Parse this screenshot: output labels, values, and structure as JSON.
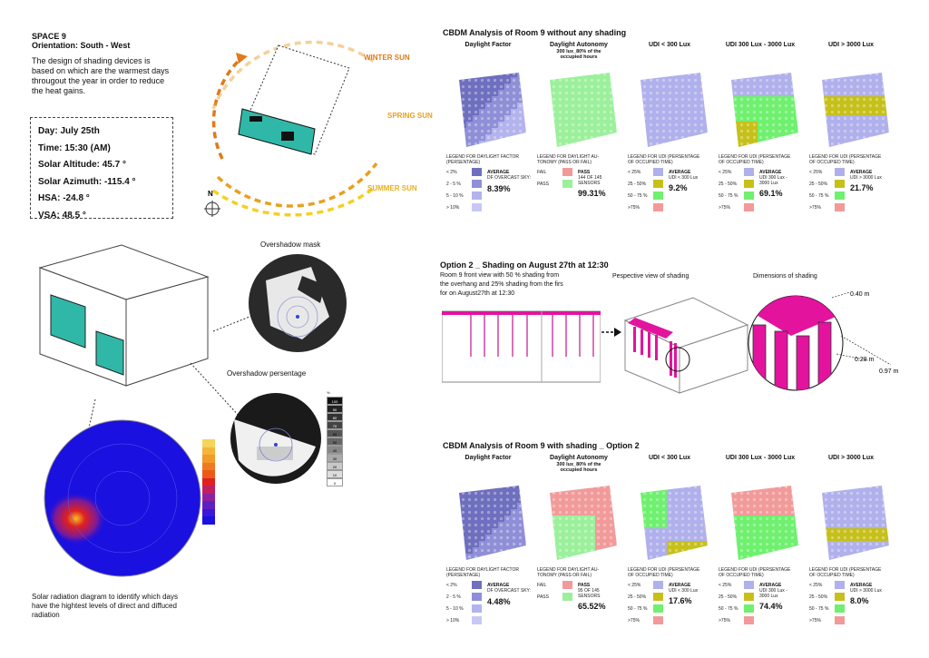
{
  "space": {
    "title": "SPACE 9",
    "orientation": "Orientation: South - West",
    "description": "The design of shading devices is based on which are the warmest days througout the year in order to reduce the heat gains.",
    "desc_lines": [
      "The design of shading devices is",
      "based on which are the warmest days",
      "througout the year in order to reduce",
      "the heat gains."
    ]
  },
  "conditions": [
    "Day: July 25th",
    "Time: 15:30 (AM)",
    "Solar Altitude: 45.7 °",
    "Solar Azimuth: -115.4 °",
    "HSA: -24.8 °",
    "VSA: 48.5 °"
  ],
  "sun_labels": {
    "winter": "WINTER SUN",
    "spring": "SPRING SUN",
    "summer": "SUMMER SUN",
    "north": "N"
  },
  "left_labels": {
    "overshadow_mask": "Overshadow mask",
    "overshadow_percentage": "Overshadow persentage",
    "radiation": [
      "Solar radiation diagram to identify which days",
      "have the hightest levels of direct and diffuced",
      "radiation"
    ]
  },
  "shade_scale": [
    "100",
    "90",
    "80",
    "70",
    "60",
    "50",
    "40",
    "30",
    "20",
    "10",
    "0"
  ],
  "rad_scale": [
    "",
    "",
    "",
    "",
    "",
    "",
    "",
    "",
    "",
    "",
    ""
  ],
  "option2": {
    "title": "Option 2 _ Shading on August 27th at 12:30",
    "front_caption": [
      "Room 9 front view with 50 % shading from",
      "the overhang and 25% shading from the firs",
      "for on August27th at 12:30"
    ],
    "perspective": "Pespective view of shading",
    "dimensions": "Dimensions of shading",
    "dims": [
      "0.40 m",
      "0.28 m",
      "0.97 m"
    ]
  },
  "cbdm_headers": [
    "Daylight Factor",
    "Daylight Autonomy",
    "UDI < 300 Lux",
    "UDI 300 Lux - 3000 Lux",
    "UDI > 3000 Lux"
  ],
  "da_sub": [
    "300 lux_80% of the",
    "occupied hours"
  ],
  "legend_titles": [
    [
      "LEGEND FOR DAYLIGHT FACTOR",
      "(PERSENTAGE)"
    ],
    [
      "LEGEND FOR DAYLIGHT AU-",
      "TONOMY (PASS OR FAIL)"
    ],
    [
      "LEGEND FOR UDI (PERSENTAGE",
      "OF OCCUPIED TIME)"
    ],
    [
      "LEGEND FOR UDI (PERSENTAGE",
      "OF OCCUPIED TIME)"
    ],
    [
      "LEGEND FOR UDI (PERSENTAGE",
      "OF OCCUPIED TIME)"
    ]
  ],
  "df_ranges": [
    "< 2%",
    "2 - 5 %",
    "5 - 10 %",
    "> 10%"
  ],
  "udi_ranges": [
    "< 25%",
    "25 - 50%",
    "50 - 75 %",
    ">75%"
  ],
  "da_ranges": [
    "FAIL",
    "PASS"
  ],
  "analysis_without": {
    "title": "CBDM Analysis of Room 9 without any shading",
    "df": {
      "label": "AVERAGE",
      "sub": "DF OVERCAST SKY:",
      "value": "8.39%"
    },
    "da": {
      "label": "PASS",
      "sub": [
        "144 OF 145",
        "SENSORS"
      ],
      "value": "99.31%"
    },
    "udi_low": {
      "label": "AVERAGE",
      "sub": [
        "UDI < 300 Lux"
      ],
      "value": "9.2%"
    },
    "udi_mid": {
      "label": "AVERAGE",
      "sub": [
        "UDI 300 Lux -",
        "3000 Lux"
      ],
      "value": "69.1%"
    },
    "udi_high": {
      "label": "AVERAGE",
      "sub": [
        "UDI > 3000 Lux"
      ],
      "value": "21.7%"
    }
  },
  "analysis_with": {
    "title": "CBDM Analysis of Room 9 with shading _ Option 2",
    "df": {
      "label": "AVERAGE",
      "sub": "DF OVERCAST SKY:",
      "value": "4.48%"
    },
    "da": {
      "label": "PASS",
      "sub": [
        "95 OF 145",
        "SENSORS"
      ],
      "value": "65.52%"
    },
    "udi_low": {
      "label": "AVERAGE",
      "sub": [
        "UDI < 300 Lux"
      ],
      "value": "17.6%"
    },
    "udi_mid": {
      "label": "AVERAGE",
      "sub": [
        "UDI 300 Lux -",
        "3000 Lux"
      ],
      "value": "74.4%"
    },
    "udi_high": {
      "label": "AVERAGE",
      "sub": [
        "UDI > 3000 Lux"
      ],
      "value": "8.0%"
    }
  },
  "colors": {
    "df_ramp": [
      "#6f6fbf",
      "#8f8fd8",
      "#b3b3ee",
      "#c8c8f5"
    ],
    "udi_ramp": [
      "#b0b0ec",
      "#c6c01a",
      "#6ff06f",
      "#f29a9a"
    ],
    "fail": "#f29a9a",
    "pass": "#9cf09c",
    "teal": "#2fb8a8",
    "magenta": "#e3139e",
    "sun": "#e07a1a",
    "sun_yellow": "#f5d020"
  }
}
